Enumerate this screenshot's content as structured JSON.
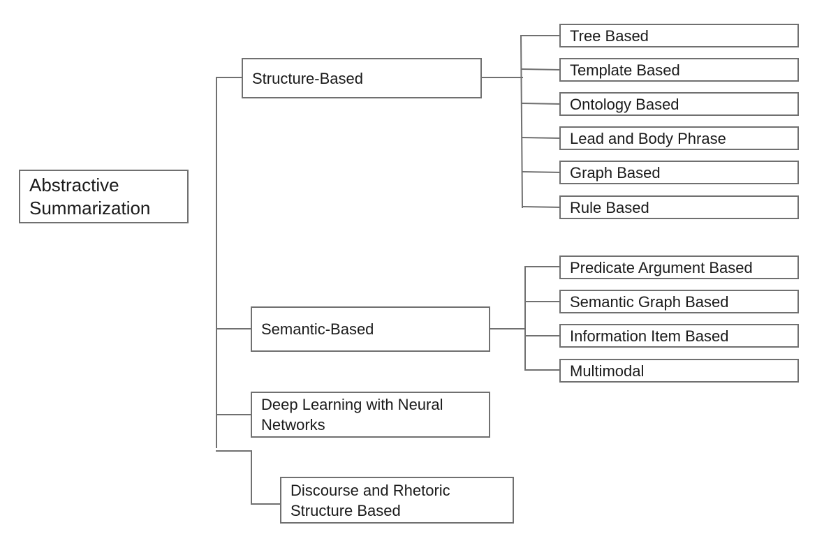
{
  "root": {
    "label": "Abstractive\nSummarization"
  },
  "categories": [
    {
      "key": "structure",
      "label": "Structure-Based",
      "children": [
        "Tree Based",
        "Template Based",
        "Ontology Based",
        "Lead and Body Phrase",
        "Graph Based",
        "Rule Based"
      ]
    },
    {
      "key": "semantic",
      "label": "Semantic-Based",
      "children": [
        "Predicate Argument Based",
        "Semantic Graph Based",
        "Information Item Based",
        "Multimodal"
      ]
    },
    {
      "key": "deep-learning",
      "label": "Deep Learning with Neural\nNetworks",
      "children": []
    },
    {
      "key": "discourse",
      "label": "Discourse and Rhetoric\nStructure Based",
      "children": []
    }
  ]
}
